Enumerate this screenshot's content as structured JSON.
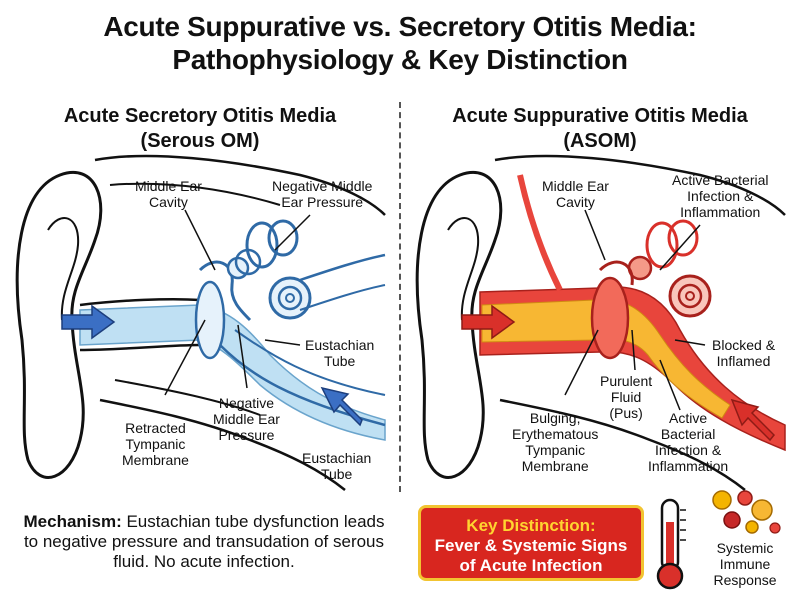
{
  "title": {
    "line1": "Acute Suppurative vs. Secretory Otitis Media:",
    "line2": "Pathophysiology & Key Distinction"
  },
  "left": {
    "heading_line1": "Acute Secretory Otitis Media",
    "heading_line2": "(Serous OM)",
    "labels": {
      "middle_ear_1": "Middle Ear",
      "middle_ear_2": "Cavity",
      "neg_pressure_top_1": "Negative Middle",
      "neg_pressure_top_2": "Ear Pressure",
      "eustachian_1_1": "Eustachian",
      "eustachian_1_2": "Tube",
      "retracted_1": "Retracted",
      "retracted_2": "Tympanic",
      "retracted_3": "Membrane",
      "neg_pressure_1": "Negative",
      "neg_pressure_2": "Middle Ear",
      "neg_pressure_3": "Pressure",
      "eustachian_2_1": "Eustachian",
      "eustachian_2_2": "Tube"
    },
    "mechanism_label": "Mechanism:",
    "mechanism_text": " Eustachian tube dysfunction leads to negative pressure and transudation of serous fluid. No acute infection."
  },
  "right": {
    "heading_line1": "Acute Suppurative Otitis Media",
    "heading_line2": "(ASOM)",
    "labels": {
      "middle_ear_1": "Middle Ear",
      "middle_ear_2": "Cavity",
      "active_top_1": "Active Bacterial",
      "active_top_2": "Infection &",
      "active_top_3": "Inflammation",
      "blocked_1": "Blocked &",
      "blocked_2": "Inflamed",
      "purulent_1": "Purulent",
      "purulent_2": "Fluid",
      "purulent_3": "(Pus)",
      "active_bot_1": "Active",
      "active_bot_2": "Bacterial",
      "active_bot_3": "Infection &",
      "active_bot_4": "Inflammation",
      "bulging_1": "Bulging,",
      "bulging_2": "Erythematous",
      "bulging_3": "Tympanic",
      "bulging_4": "Membrane"
    }
  },
  "key_distinction": {
    "title": "Key Distinction:",
    "line1": "Fever & Systemic Signs",
    "line2": "of Acute Infection"
  },
  "systemic": {
    "line1": "Systemic",
    "line2": "Immune",
    "line3": "Response"
  },
  "colors": {
    "serous_fluid": "#bfe0f3",
    "pus": "#f7b733",
    "inflamed": "#e8453c",
    "arrow_blue": "#3b6fc4",
    "arrow_red": "#d9302a",
    "key_box": "#d8261f",
    "key_border": "#f2c431",
    "key_title": "#ffd530"
  }
}
